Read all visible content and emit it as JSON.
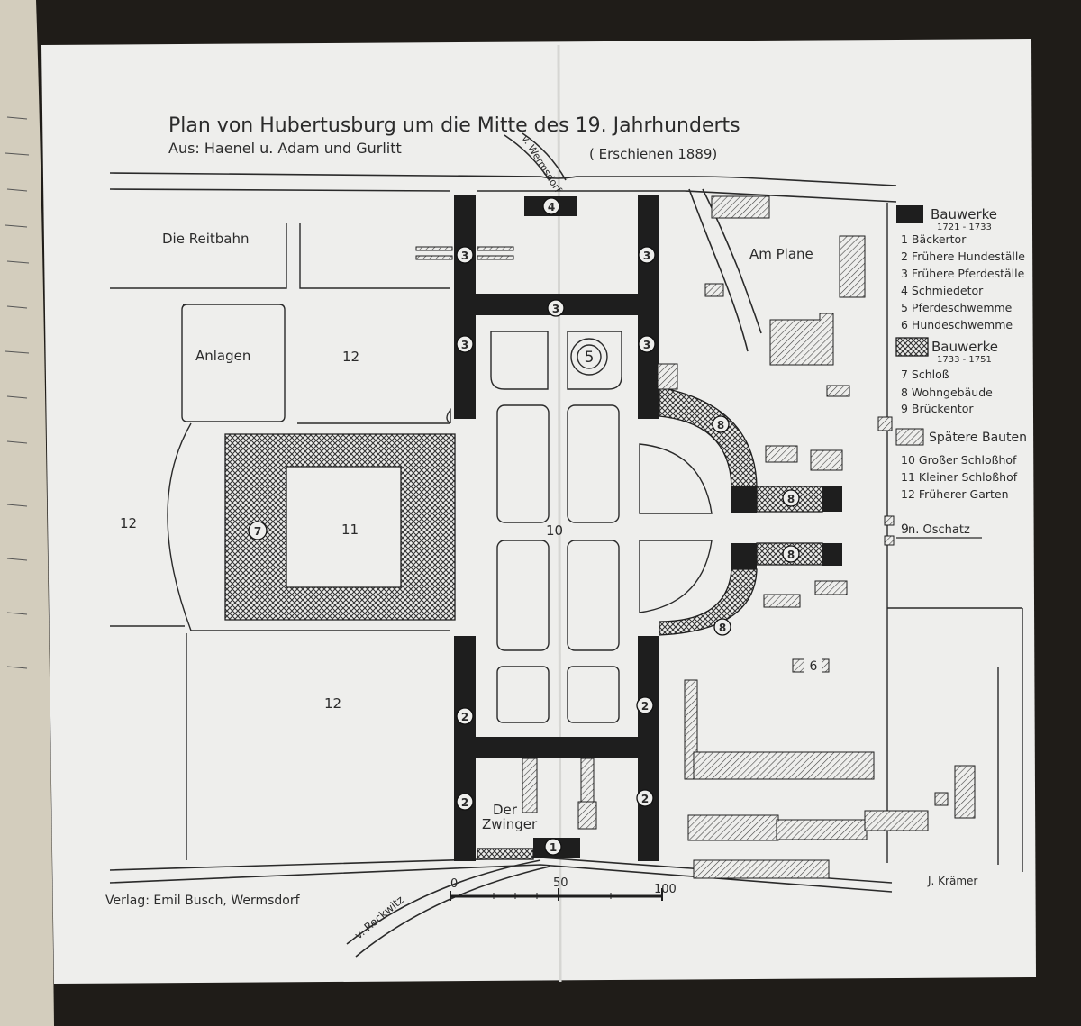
{
  "colors": {
    "paper": "#eeeeec",
    "ink": "#1e1e1e",
    "background": "#1f1c18",
    "left_page": "#d8d2c3"
  },
  "map": {
    "title": "Plan von Hubertusburg um die Mitte des 19. Jahrhunderts",
    "source": "Aus: Haenel u. Adam und Gurlitt",
    "published": "( Erschienen 1889)",
    "publisher": "Verlag: Emil Busch, Wermsdorf",
    "drafter": "J. Krämer",
    "roads": {
      "north": "v. Wermsdorf",
      "southwest": "v. Reckwitz"
    },
    "places": {
      "reitbahn": "Die Reitbahn",
      "anlagen": "Anlagen",
      "am_plane": "Am Plane",
      "zwinger_1": "Der",
      "zwinger_2": "Zwinger",
      "oschatz": "n. Oschatz"
    },
    "area_numbers": {
      "garden_a": "12",
      "garden_b": "12",
      "garden_c": "12",
      "small_court": "11",
      "great_court": "10"
    },
    "markers": {
      "b1": "1",
      "b2": "2",
      "b3": "3",
      "b4": "4",
      "b5": "5",
      "b6": "6",
      "b7": "7",
      "b8": "8",
      "b9": "9"
    },
    "scale": {
      "t0": "0",
      "t50": "50",
      "t100": "100"
    }
  },
  "legend": {
    "group1": {
      "title": "Bauwerke",
      "years": "1721 - 1733"
    },
    "items1": [
      "1  Bäckertor",
      "2  Frühere Hundeställe",
      "3  Frühere Pferdeställe",
      "4  Schmiedetor",
      "5  Pferdeschwemme",
      "6  Hundeschwemme"
    ],
    "group2": {
      "title": "Bauwerke",
      "years": "1733 - 1751"
    },
    "items2": [
      "7  Schloß",
      "8  Wohngebäude",
      "9  Brückentor"
    ],
    "group3": {
      "title": "Spätere Bauten"
    },
    "items3": [
      "10  Großer Schloßhof",
      "11  Kleiner Schloßhof",
      "12  Früherer Garten"
    ]
  }
}
